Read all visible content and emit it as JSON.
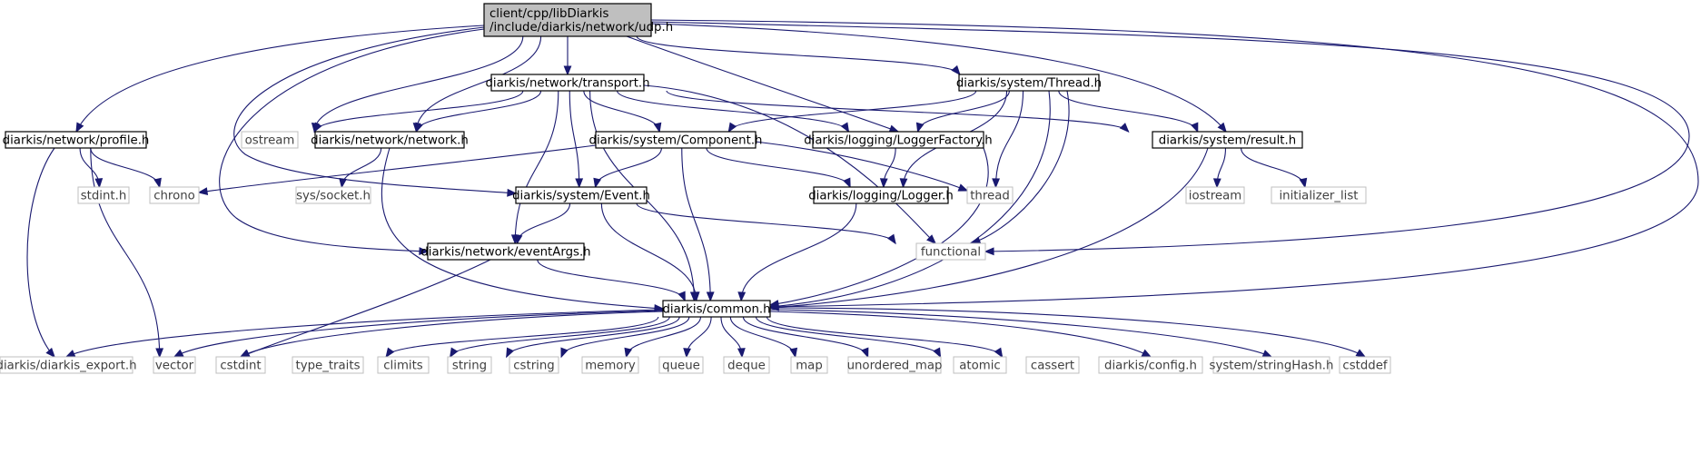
{
  "graph": {
    "root": {
      "lines": [
        "client/cpp/libDiarkis",
        "/include/diarkis/network/udp.h"
      ]
    },
    "nodes": {
      "transport": "diarkis/network/transport.h",
      "thread_h": "diarkis/system/Thread.h",
      "profile": "diarkis/network/profile.h",
      "ostream": "ostream",
      "network": "diarkis/network/network.h",
      "component": "diarkis/system/Component.h",
      "loggerfactory": "diarkis/logging/LoggerFactory.h",
      "result": "diarkis/system/result.h",
      "stdint": "stdint.h",
      "chrono": "chrono",
      "socket": "sys/socket.h",
      "event": "diarkis/system/Event.h",
      "logger": "diarkis/logging/Logger.h",
      "thread": "thread",
      "iostream": "iostream",
      "initlist": "initializer_list",
      "functional": "functional",
      "eventargs": "diarkis/network/eventArgs.h",
      "common": "diarkis/common.h",
      "export": "diarkis/diarkis_export.h",
      "vector": "vector",
      "cstdint": "cstdint",
      "type_traits": "type_traits",
      "climits": "climits",
      "string": "string",
      "cstring": "cstring",
      "memory": "memory",
      "queue": "queue",
      "deque": "deque",
      "map": "map",
      "unordered_map": "unordered_map",
      "atomic": "atomic",
      "cassert": "cassert",
      "config": "diarkis/config.h",
      "stringhash": "system/stringHash.h",
      "cstddef": "cstddef"
    },
    "edges": [
      [
        "root",
        "transport"
      ],
      [
        "root",
        "thread_h"
      ],
      [
        "root",
        "profile"
      ],
      [
        "root",
        "ostream"
      ],
      [
        "root",
        "network"
      ],
      [
        "root",
        "loggerfactory"
      ],
      [
        "root",
        "result"
      ],
      [
        "root",
        "event"
      ],
      [
        "root",
        "eventargs"
      ],
      [
        "root",
        "functional"
      ],
      [
        "root",
        "common"
      ],
      [
        "transport",
        "ostream"
      ],
      [
        "transport",
        "network"
      ],
      [
        "transport",
        "component"
      ],
      [
        "transport",
        "loggerfactory"
      ],
      [
        "transport",
        "result"
      ],
      [
        "transport",
        "event"
      ],
      [
        "transport",
        "functional"
      ],
      [
        "transport",
        "eventargs"
      ],
      [
        "transport",
        "common"
      ],
      [
        "thread_h",
        "component"
      ],
      [
        "thread_h",
        "loggerfactory"
      ],
      [
        "thread_h",
        "result"
      ],
      [
        "thread_h",
        "logger"
      ],
      [
        "thread_h",
        "thread"
      ],
      [
        "thread_h",
        "functional"
      ],
      [
        "thread_h",
        "common"
      ],
      [
        "profile",
        "stdint"
      ],
      [
        "profile",
        "chrono"
      ],
      [
        "profile",
        "export"
      ],
      [
        "profile",
        "vector"
      ],
      [
        "network",
        "socket"
      ],
      [
        "network",
        "common"
      ],
      [
        "component",
        "chrono"
      ],
      [
        "component",
        "event"
      ],
      [
        "component",
        "logger"
      ],
      [
        "component",
        "thread"
      ],
      [
        "component",
        "common"
      ],
      [
        "loggerfactory",
        "logger"
      ],
      [
        "loggerfactory",
        "common"
      ],
      [
        "result",
        "iostream"
      ],
      [
        "result",
        "initlist"
      ],
      [
        "result",
        "common"
      ],
      [
        "event",
        "functional"
      ],
      [
        "event",
        "eventargs"
      ],
      [
        "event",
        "common"
      ],
      [
        "logger",
        "common"
      ],
      [
        "eventargs",
        "common"
      ],
      [
        "eventargs",
        "cstdint"
      ],
      [
        "common",
        "export"
      ],
      [
        "common",
        "vector"
      ],
      [
        "common",
        "cstdint"
      ],
      [
        "common",
        "type_traits"
      ],
      [
        "common",
        "climits"
      ],
      [
        "common",
        "string"
      ],
      [
        "common",
        "cstring"
      ],
      [
        "common",
        "memory"
      ],
      [
        "common",
        "queue"
      ],
      [
        "common",
        "deque"
      ],
      [
        "common",
        "map"
      ],
      [
        "common",
        "unordered_map"
      ],
      [
        "common",
        "atomic"
      ],
      [
        "common",
        "cassert"
      ],
      [
        "common",
        "config"
      ],
      [
        "common",
        "stringhash"
      ],
      [
        "common",
        "cstddef"
      ]
    ],
    "colors": {
      "edge": "#191970",
      "root_fill": "#bfbfbf",
      "header_border": "#000000",
      "system_border": "#bfbfbf",
      "system_text": "#404040"
    }
  }
}
